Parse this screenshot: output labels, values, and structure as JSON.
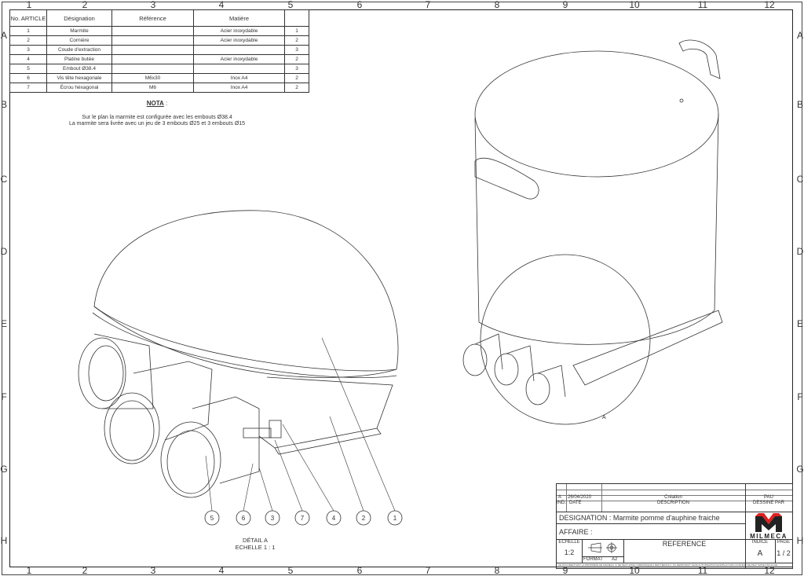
{
  "zones": {
    "columns": [
      "1",
      "2",
      "3",
      "4",
      "5",
      "6",
      "7",
      "8",
      "9",
      "10",
      "11",
      "12"
    ],
    "rows": [
      "A",
      "B",
      "C",
      "D",
      "E",
      "F",
      "G",
      "H"
    ]
  },
  "bom": {
    "headers": {
      "no": "No. ARTICLE",
      "designation": "Désignation",
      "reference": "Référence",
      "matiere": "Matière",
      "qty": ""
    },
    "rows": [
      {
        "no": "1",
        "designation": "Marmite",
        "reference": "",
        "matiere": "Acier inoxydable",
        "qty": "1"
      },
      {
        "no": "2",
        "designation": "Cornière",
        "reference": "",
        "matiere": "Acier inoxydable",
        "qty": "2"
      },
      {
        "no": "3",
        "designation": "Coude d'extraction",
        "reference": "",
        "matiere": "",
        "qty": "3"
      },
      {
        "no": "4",
        "designation": "Platine butée",
        "reference": "",
        "matiere": "Acier inoxydable",
        "qty": "2"
      },
      {
        "no": "5",
        "designation": "Embout Ø38.4",
        "reference": "",
        "matiere": "",
        "qty": "3"
      },
      {
        "no": "6",
        "designation": "Vis tête hexagonale",
        "reference": "M6x30",
        "matiere": "Inox A4",
        "qty": "2"
      },
      {
        "no": "7",
        "designation": "Écrou héxagonal",
        "reference": "M6",
        "matiere": "Inox A4",
        "qty": "2"
      }
    ]
  },
  "nota": {
    "title": "NOTA",
    "colon": " :",
    "line1": "Sur le plan la marmite est configurée avec les embouts Ø38.4",
    "line2": "La marmite sera livrée avec un jeu de 3 embouts Ø25 et 3 embouts Ø15"
  },
  "detail": {
    "title": "DÉTAIL A",
    "scale": "ECHELLE 1 : 1",
    "view_label": "A",
    "balloons": [
      "5",
      "6",
      "3",
      "7",
      "4",
      "2",
      "1"
    ]
  },
  "title_block": {
    "ind": "A",
    "date": "26/04/2020",
    "description": "Création",
    "drawn_by": "PAU",
    "ind_label": "IND.",
    "date_label": "DATE",
    "description_label": "DESCRIPTION",
    "drawn_by_label": "DESSINE PAR",
    "designation": "DESIGNATION : Marmite pomme d'auphine fraiche",
    "affaire": "AFFAIRE :",
    "echelle_label": "ECHELLE",
    "echelle": "1:2",
    "format_label": "FORMAT",
    "format": "A2",
    "reference_label": "REFERENCE",
    "indice_label": "INDICE",
    "indice": "A",
    "page_label": "PAGE",
    "page": "1 / 2",
    "logo_text": "MILMECA",
    "footer": "CE DOCUMENT EST LA PROPRIETE DE MILMECA. IL NE PEUT ETRE COMMUNIQUE A DES TIERS ET / OU REPRODUIT SANS AUTORISATION ECRITE ET SON CONTENU NE PEUT ETRE DIVULGUE"
  },
  "colors": {
    "logo_red": "#e02020",
    "logo_dark": "#222222"
  }
}
